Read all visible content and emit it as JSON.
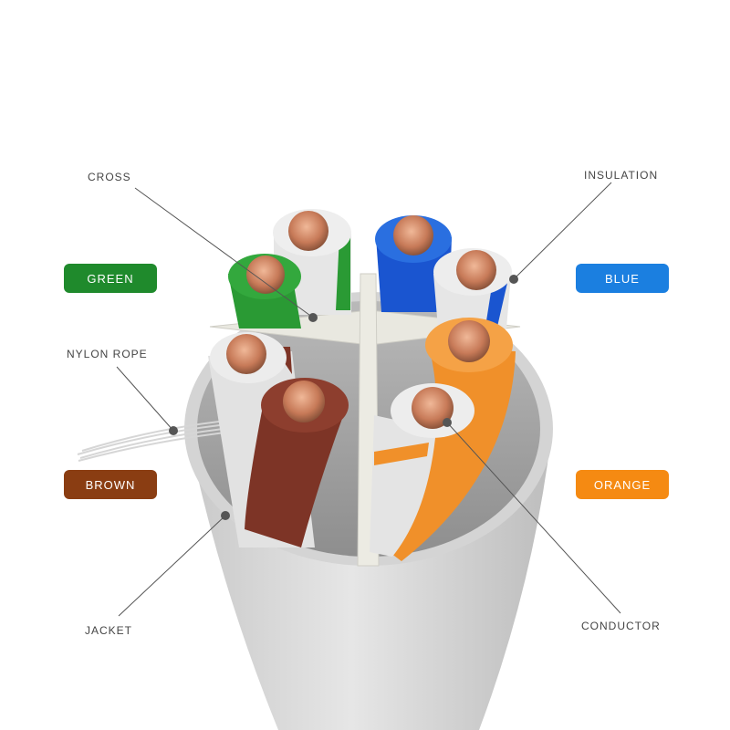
{
  "labels": {
    "cross": "CROSS",
    "insulation": "INSULATION",
    "nylon_rope": "NYLON ROPE",
    "jacket": "JACKET",
    "conductor": "CONDUCTOR"
  },
  "pills": {
    "green": {
      "text": "GREEN",
      "color": "#1f8a2c"
    },
    "blue": {
      "text": "BLUE",
      "color": "#1b7fe0"
    },
    "brown": {
      "text": "BROWN",
      "color": "#8a3d12"
    },
    "orange": {
      "text": "ORANGE",
      "color": "#f58a12"
    }
  },
  "colors": {
    "jacket": "#dcdcdc",
    "insulation_white": "#e6e6e6",
    "copper": "#c77a58",
    "green_wire": "#2a9a34",
    "blue_wire": "#1a55d0",
    "brown_wire": "#7d3426",
    "orange_wire": "#f0902a",
    "separator": "#e9e8e0"
  }
}
